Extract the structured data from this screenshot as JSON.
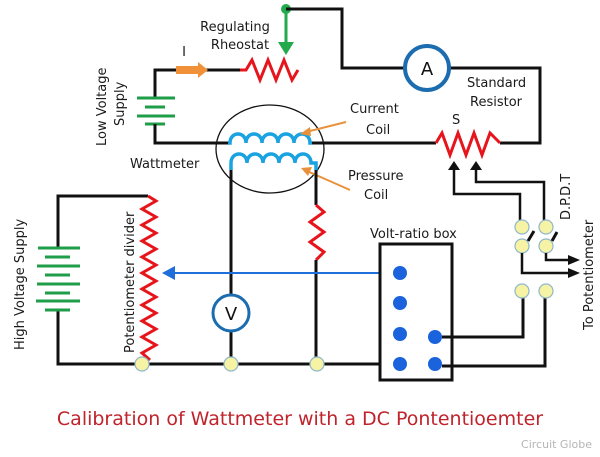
{
  "diagram": {
    "title": "Calibration of Wattmeter with a DC Pontentioemter",
    "watermark": "Circuit Globe",
    "labels": {
      "regulating_rheostat_line1": "Regulating",
      "regulating_rheostat_line2": "Rheostat",
      "current_symbol": "I",
      "low_voltage_line1": "Low Voltage",
      "low_voltage_line2": "Supply",
      "wattmeter": "Wattmeter",
      "current_coil_line1": "Current",
      "current_coil_line2": "Coil",
      "pressure_coil_line1": "Pressure",
      "pressure_coil_line2": "Coil",
      "standard_resistor_line1": "Standard",
      "standard_resistor_line2": "Resistor",
      "standard_resistor_symbol": "S",
      "dpdt": "D.P.D.T",
      "to_potentiometer": "To Potentiometer",
      "volt_ratio_box": "Volt-ratio box",
      "high_voltage_supply": "High Voltage Supply",
      "potentiometer_divider": "Potentiometer divider"
    },
    "meters": {
      "ammeter": "A",
      "voltmeter": "V"
    },
    "colors": {
      "wire": "#111111",
      "resistor": "#e8141b",
      "battery": "#1f9e4a",
      "coil": "#1aa3e0",
      "meter_ring": "#1c6cb0",
      "current_arrow": "#f0913a",
      "pointer_arrow": "#e8913a",
      "rheostat_tap": "#22aa4d",
      "slider_line": "#1e6fd9",
      "terminal_fill": "#f7f3a4",
      "terminal_stroke": "#8fb7c9",
      "box_terminal": "#1a63dd",
      "title": "#c0232b",
      "watermark": "#b5b5b5"
    }
  }
}
